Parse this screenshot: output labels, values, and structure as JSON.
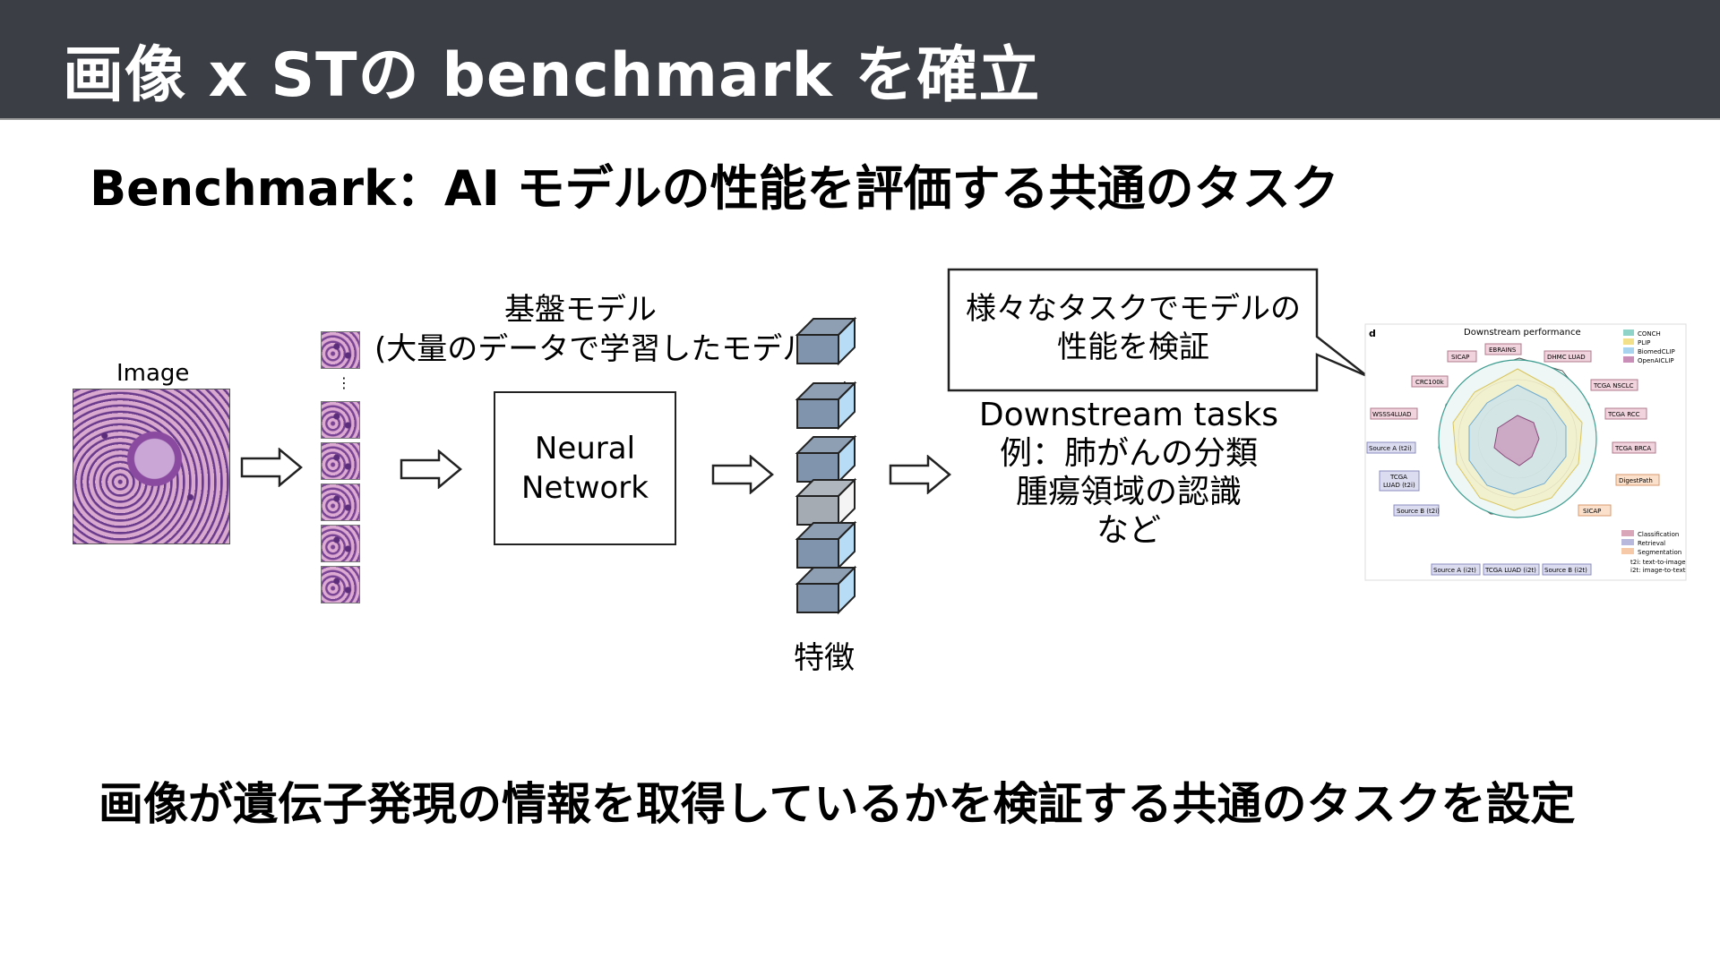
{
  "header": {
    "title": "画像 x STの benchmark を確立"
  },
  "subtitle": "Benchmark：AI モデルの性能を評価する共通のタスク",
  "diagram": {
    "image_label": "Image",
    "tiles_ellipsis": "⋮",
    "model_label_line1": "基盤モデル",
    "model_label_line2": "(大量のデータで学習したモデル)",
    "neural_network_line1": "Neural",
    "neural_network_line2": "Network",
    "feature_ellipsis": "⋮",
    "feature_label": "特徴",
    "callout_line1": "様々なタスクでモデルの",
    "callout_line2": "性能を検証",
    "downstream_title": "Downstream tasks",
    "downstream_line2": "例：肺がんの分類",
    "downstream_line3": "腫瘍領域の認識",
    "downstream_line4": "など"
  },
  "radar_figure": {
    "panel_letter": "d",
    "title": "Downstream performance",
    "legend_models": [
      "CONCH",
      "PLIP",
      "BiomedCLIP",
      "OpenAICLIP"
    ],
    "legend_tasks": [
      "Classification",
      "Retrieval",
      "Segmentation"
    ],
    "legend_notes": [
      "t2i: text-to-image",
      "i2t: image-to-text"
    ],
    "task_labels": {
      "ebrains": "EBRAINS",
      "dhmc": "DHMC LUAD",
      "tcga_nsclc": "TCGA NSCLC",
      "tcga_rcc": "TCGA RCC",
      "tcga_brca": "TCGA BRCA",
      "digestpath": "DigestPath",
      "sicap_seg": "SICAP",
      "source_b_i2t": "Source B (i2t)",
      "tcga_luad_i2t": "TCGA LUAD (i2t)",
      "source_a_i2t": "Source A (i2t)",
      "source_b_t2i": "Source B (t2i)",
      "tcga_luad_t2i_1": "TCGA",
      "tcga_luad_t2i_2": "LUAD (t2i)",
      "source_a_t2i": "Source A (t2i)",
      "wsss4luad": "WSSS4LUAD",
      "crc100k": "CRC100k",
      "sicap_cls": "SICAP"
    },
    "colors": {
      "conch": "#8fd3c8",
      "plip": "#f2e08a",
      "biomedclip": "#a9d4ef",
      "openaiclip": "#c98fb8",
      "classification": "#d9a5b8",
      "retrieval": "#b7b8dc",
      "segmentation": "#f6c9a8"
    }
  },
  "conclusion": "画像が遺伝子発現の情報を取得しているかを検証する共通のタスクを設定"
}
